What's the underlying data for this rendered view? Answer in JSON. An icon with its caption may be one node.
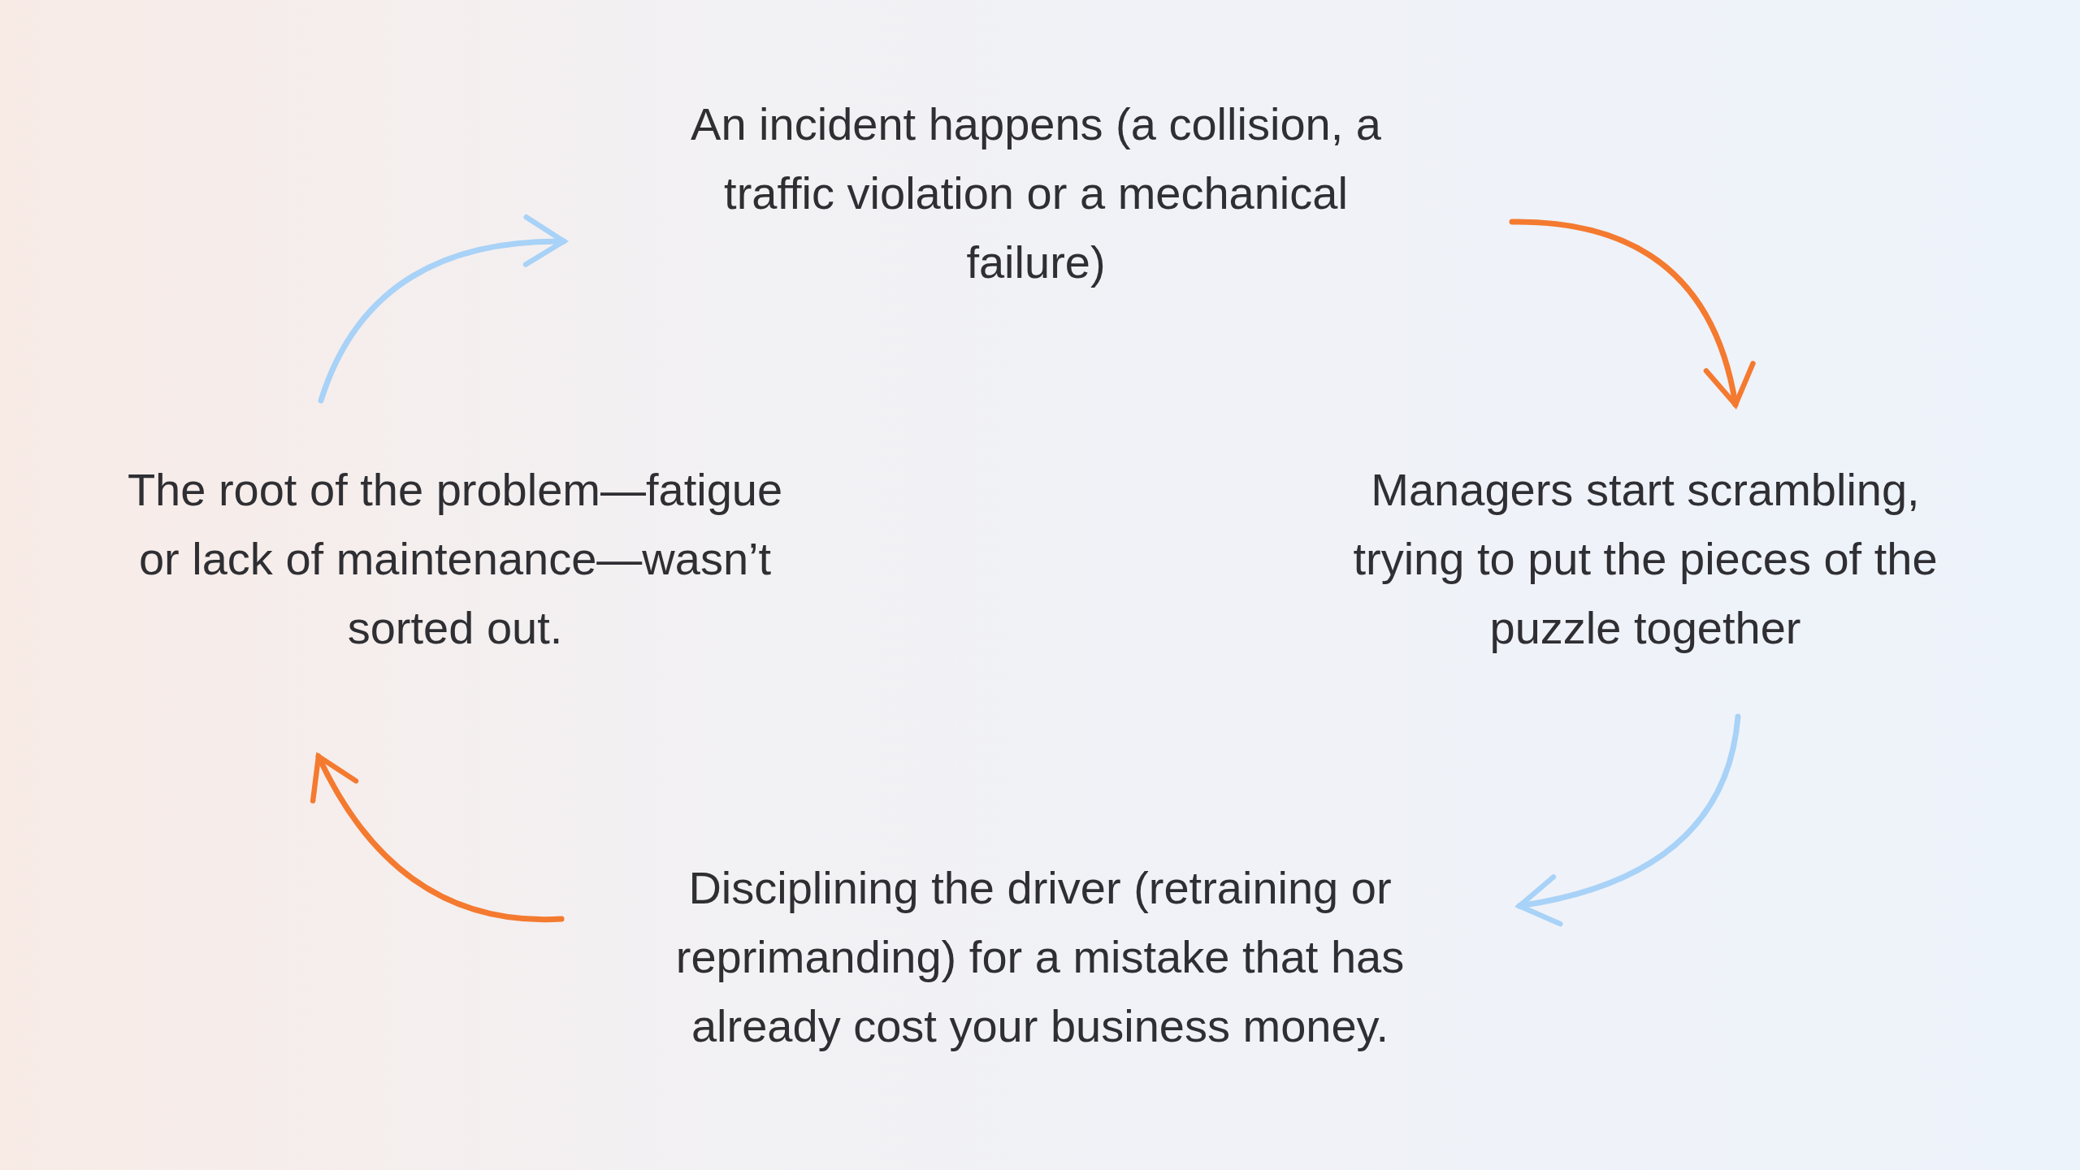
{
  "diagram": {
    "nodes": [
      {
        "text": [
          "An incident happens (a collision, a traffic violation or a mechanical failure)"
        ]
      },
      {
        "text": [
          "Managers start scrambling, trying to put the pieces of the puzzle together"
        ]
      },
      {
        "text": [
          "Disciplining the driver (retraining or reprimanding) for a mistake that has already cost your business money."
        ]
      },
      {
        "text": [
          "The root of the problem—fatigue or lack of maintenance—wasn’t sorted out."
        ]
      }
    ],
    "edges": [
      {
        "from": 0,
        "to": 1,
        "arrow": "to",
        "color": "#f47a30"
      },
      {
        "from": 1,
        "to": 2,
        "arrow": "to",
        "color": "#a8d2f7"
      },
      {
        "from": 2,
        "to": 3,
        "arrow": "to",
        "color": "#f47a30"
      },
      {
        "from": 3,
        "to": 0,
        "arrow": "to",
        "color": "#a8d2f7"
      }
    ]
  }
}
